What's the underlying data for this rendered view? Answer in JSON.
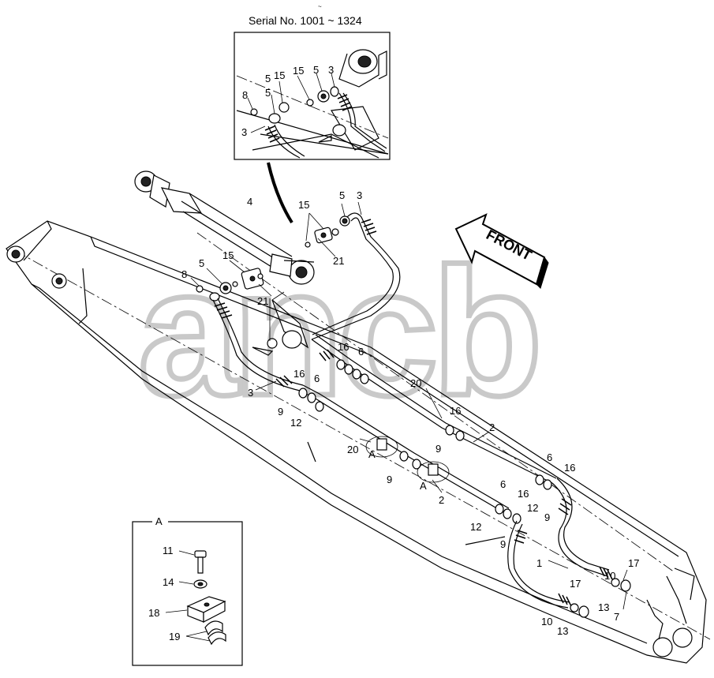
{
  "serial_title": "Serial No. 1001 ~ 1324",
  "front_label": "FRONT",
  "watermark": "ancb",
  "detail_title": "A",
  "inset_labels": [
    {
      "key": "i15a",
      "text": "15"
    },
    {
      "key": "i5a",
      "text": "5"
    },
    {
      "key": "i15b",
      "text": "15"
    },
    {
      "key": "i5b",
      "text": "5"
    },
    {
      "key": "i3a",
      "text": "3"
    },
    {
      "key": "i8",
      "text": "8"
    },
    {
      "key": "i5c",
      "text": "5"
    },
    {
      "key": "i3b",
      "text": "3"
    }
  ],
  "labels": [
    {
      "key": "l4",
      "text": "4"
    },
    {
      "key": "l15a",
      "text": "15"
    },
    {
      "key": "l5a",
      "text": "5"
    },
    {
      "key": "l3a",
      "text": "3"
    },
    {
      "key": "l21a",
      "text": "21"
    },
    {
      "key": "l5b",
      "text": "5"
    },
    {
      "key": "l15b",
      "text": "15"
    },
    {
      "key": "l8",
      "text": "8"
    },
    {
      "key": "l21b",
      "text": "21"
    },
    {
      "key": "l16a",
      "text": "16"
    },
    {
      "key": "l6a",
      "text": "6"
    },
    {
      "key": "l16b",
      "text": "16"
    },
    {
      "key": "l6b",
      "text": "6"
    },
    {
      "key": "l3b",
      "text": "3"
    },
    {
      "key": "l9a",
      "text": "9"
    },
    {
      "key": "l12a",
      "text": "12"
    },
    {
      "key": "l20a",
      "text": "20"
    },
    {
      "key": "l16c",
      "text": "16"
    },
    {
      "key": "l2a",
      "text": "2"
    },
    {
      "key": "l9b",
      "text": "9"
    },
    {
      "key": "l20b",
      "text": "20"
    },
    {
      "key": "lAa",
      "text": "A"
    },
    {
      "key": "l9c",
      "text": "9"
    },
    {
      "key": "lAb",
      "text": "A"
    },
    {
      "key": "l2b",
      "text": "2"
    },
    {
      "key": "l6c",
      "text": "6"
    },
    {
      "key": "l16d",
      "text": "16"
    },
    {
      "key": "l12b",
      "text": "12"
    },
    {
      "key": "l9d",
      "text": "9"
    },
    {
      "key": "l6d",
      "text": "6"
    },
    {
      "key": "l16e",
      "text": "16"
    },
    {
      "key": "l12c",
      "text": "12"
    },
    {
      "key": "l9e",
      "text": "9"
    },
    {
      "key": "l1",
      "text": "1"
    },
    {
      "key": "l17a",
      "text": "17"
    },
    {
      "key": "l10a",
      "text": "10"
    },
    {
      "key": "l13a",
      "text": "13"
    },
    {
      "key": "l7",
      "text": "7"
    },
    {
      "key": "l17b",
      "text": "17"
    },
    {
      "key": "l10b",
      "text": "10"
    },
    {
      "key": "l13b",
      "text": "13"
    }
  ],
  "detail_labels": [
    {
      "key": "d11",
      "text": "11"
    },
    {
      "key": "d14",
      "text": "14"
    },
    {
      "key": "d18",
      "text": "18"
    },
    {
      "key": "d19",
      "text": "19"
    }
  ]
}
